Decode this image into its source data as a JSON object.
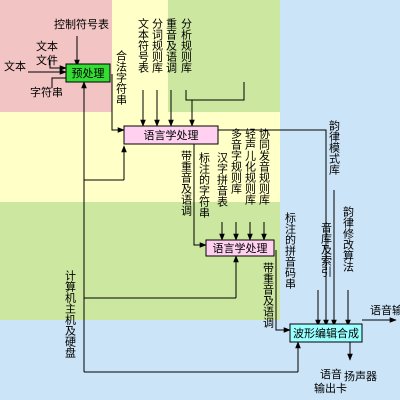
{
  "colors": {
    "pink": "#f2c4c4",
    "yellow": "#ffffc8",
    "green": "#cce8a0",
    "blue": "#cce4f7",
    "preprocess_box": "#33dd33",
    "ling_box": "#ffd0f0",
    "synth_box": "#99ffff",
    "line": "#000000"
  },
  "boxes": {
    "preprocess": "预处理",
    "ling1": "语言学处理",
    "ling2": "语言学处理",
    "synth": "波形编辑合成"
  },
  "labels": {
    "control_table": "控制符号表",
    "text_file": "文本文件",
    "text": "文本",
    "char_string": "字符串",
    "legal_string": "合法字符串",
    "text_symbol_table": "文本符号表",
    "word_seg_rules": "分词规则库",
    "stress_tone_rules": "重音及语调",
    "analysis_rules": "分析规则库",
    "prosody_model": "韵律模式库",
    "stress_tone_1": "带重音及语调",
    "annotated_string": "标注的字符串",
    "pinyin_table": "汉字拼音表",
    "polyphone_rules": "多音字规则库",
    "erhua_rules": "轻声儿化规则库",
    "coarticulation_rules": "协同发音规则库",
    "annotated_pinyin": "标注的拼音码串",
    "stress_tone_2": "带重音及语调",
    "sound_index": "音库及索引",
    "prosody_modify": "韵律修改算法",
    "computer": "计算机主机及硬盘",
    "voice_output": "语音输出",
    "sound_card": "语音输出卡",
    "speaker": "扬声器"
  }
}
